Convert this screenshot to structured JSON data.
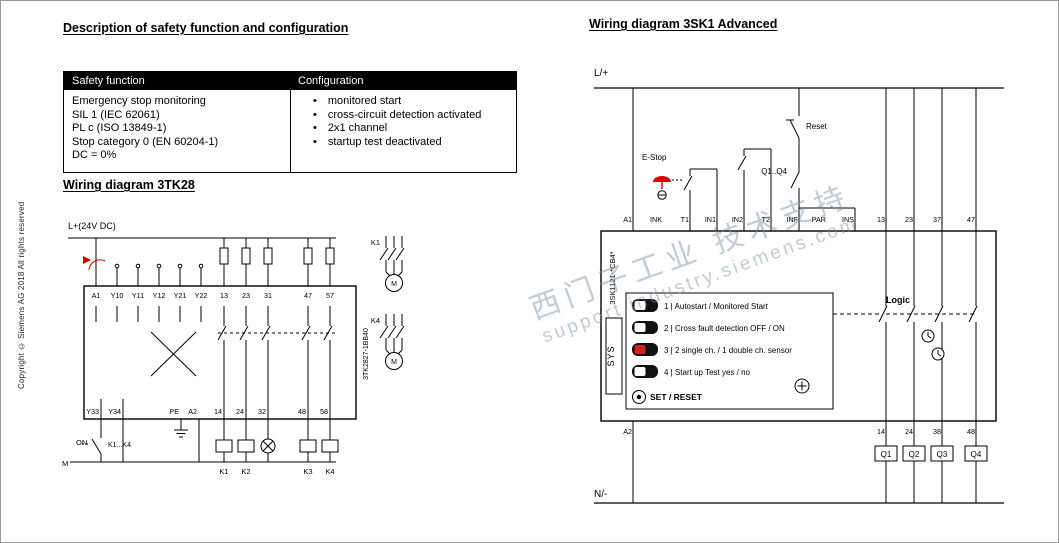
{
  "copyright": "Copyright © Siemens AG 2018 All rights reserved",
  "left_column": {
    "heading_description": "Description of safety function and configuration",
    "table": {
      "headers": [
        "Safety function",
        "Configuration"
      ],
      "safety_function_lines": [
        "Emergency stop monitoring",
        "SIL 1 (IEC 62061)",
        "PL c (ISO 13849-1)",
        "Stop category 0 (EN 60204-1)",
        "DC = 0%"
      ],
      "configuration_items": [
        "monitored start",
        "cross-circuit detection activated",
        "2x1 channel",
        "startup test deactivated"
      ]
    },
    "heading_wiring": "Wiring diagram 3TK28",
    "diagram_3tk28": {
      "supply_label": "L+(24V DC)",
      "terminals_top": [
        "A1",
        "Y10",
        "Y11",
        "Y12",
        "Y21",
        "Y22",
        "13",
        "23",
        "31",
        "47",
        "57"
      ],
      "terminals_bottom": [
        "Y33",
        "Y34",
        "PE",
        "A2",
        "14",
        "24",
        "32",
        "48",
        "58"
      ],
      "device_type": "3TK2827-1BB40",
      "k1_label": "K1",
      "k4_label": "K4",
      "motor_label": "M",
      "on_label": "ON",
      "k_range_label": "K1...K4",
      "m_rail_label": "M",
      "contactor_labels": [
        "K1",
        "K2",
        "K3",
        "K4"
      ]
    }
  },
  "right_column": {
    "heading_wiring": "Wiring diagram 3SK1 Advanced",
    "diagram_3sk1": {
      "supply_plus": "L/+",
      "supply_minus": "N/-",
      "estop_label": "E-Stop",
      "reset_label": "Reset",
      "feedback_label": "Q1..Q4",
      "device_type": "3SK1121-*CB4*",
      "sys_label": "SYS",
      "logic_label": "Logic",
      "terminals_top": [
        "A1",
        "INK",
        "T1",
        "IN1",
        "IN2",
        "T2",
        "INF",
        "PAR",
        "INS"
      ],
      "terminals_outputs_top": [
        "13",
        "23",
        "37",
        "47"
      ],
      "terminal_a2": "A2",
      "terminals_outputs_bottom": [
        "14",
        "24",
        "38",
        "48"
      ],
      "dip_switches": [
        "1 | Autostart / Monitored Start",
        "2 | Cross fault detection OFF / ON",
        "3 | 2 single ch. / 1 double ch. sensor",
        "4 | Start up Test yes / no"
      ],
      "set_reset_label": "SET / RESET",
      "contactor_labels": [
        "Q1",
        "Q2",
        "Q3",
        "Q4"
      ]
    }
  },
  "watermark": {
    "line1": "西门子工业 技术支持",
    "line2": "support.industry.siemens.com"
  },
  "colors": {
    "accent_red": "#cc0000",
    "table_header_bg": "#000000",
    "watermark_gray": "#7d8c9b"
  }
}
